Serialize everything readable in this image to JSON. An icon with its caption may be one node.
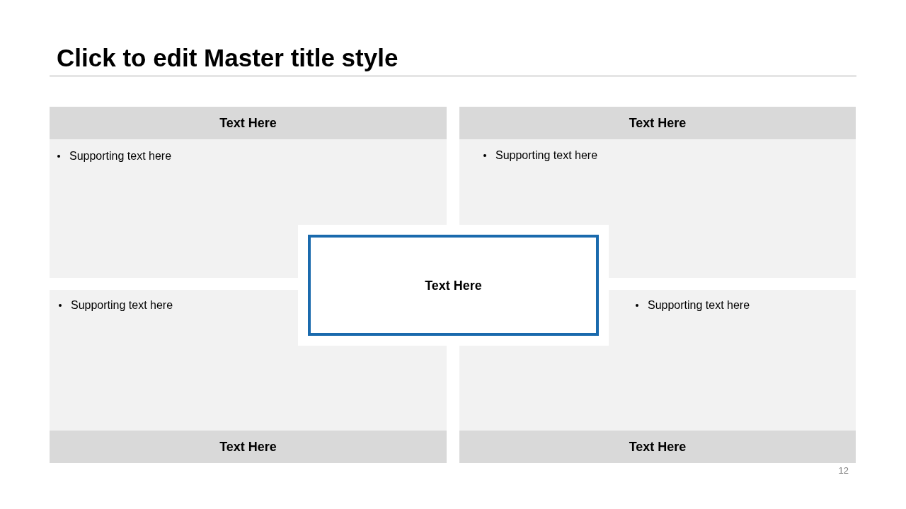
{
  "diagram": {
    "title": "Click to edit Master title style",
    "nodes": [
      {
        "text": [
          "Text Here",
          "Supporting text here"
        ]
      },
      {
        "text": [
          "Text Here",
          "Supporting text here"
        ]
      },
      {
        "text": [
          "Text Here"
        ]
      },
      {
        "text": [
          "Supporting text here",
          "Text Here"
        ]
      },
      {
        "text": [
          "Supporting text here",
          "Text Here"
        ]
      }
    ],
    "edges": [],
    "labels": [
      "12"
    ]
  }
}
